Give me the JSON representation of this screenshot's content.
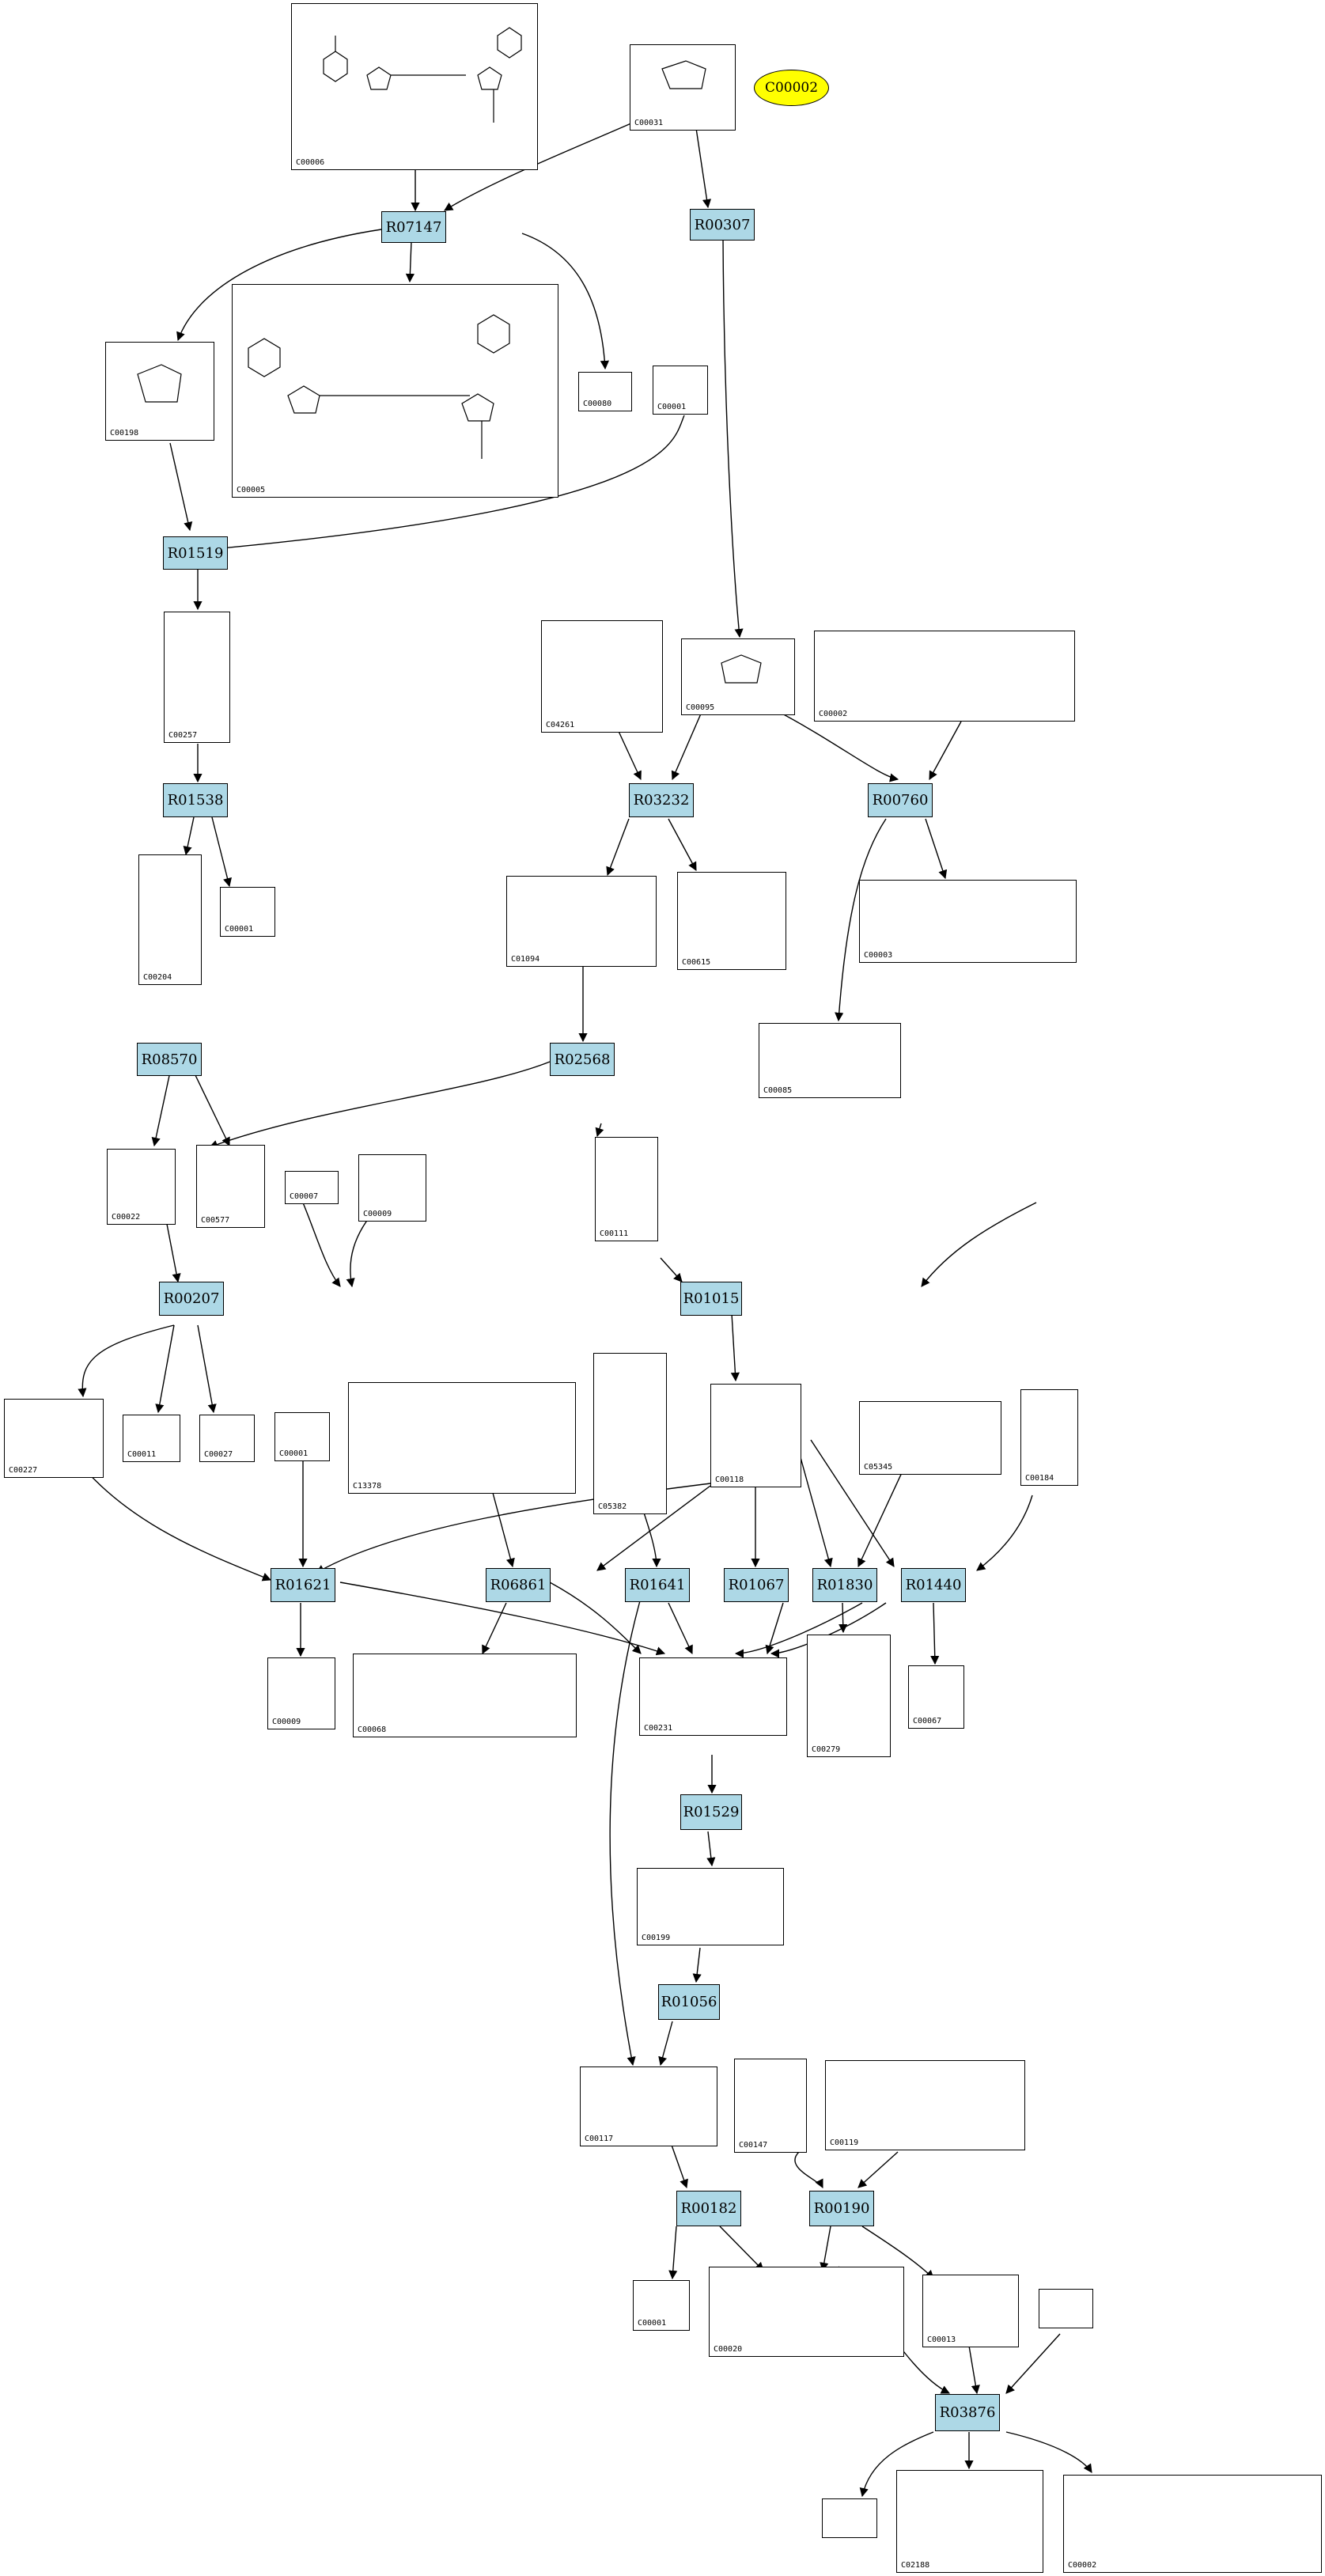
{
  "reactions": [
    "R07147",
    "R00307",
    "R01519",
    "R01538",
    "R03232",
    "R00760",
    "R08570",
    "R02568",
    "R00207",
    "R01015",
    "R01621",
    "R06861",
    "R01641",
    "R01067",
    "R01830",
    "R01440",
    "R01529",
    "R01056",
    "R00182",
    "R00190",
    "R03876"
  ],
  "compounds": [
    "C00006",
    "C00031",
    "C00198",
    "C00005",
    "C00080",
    "C00001",
    "C00257",
    "C04261",
    "C00095",
    "C00002",
    "C00204",
    "C00001",
    "C01094",
    "C00615",
    "C00003",
    "C00022",
    "C00577",
    "C00007",
    "C00009",
    "C00111",
    "C00085",
    "C00227",
    "C00011",
    "C00027",
    "C00001",
    "C13378",
    "C05382",
    "C00118",
    "C05345",
    "C00184",
    "C00009",
    "C00068",
    "C00231",
    "C00279",
    "C00067",
    "C00199",
    "C00117",
    "C00147",
    "C00119",
    "C00001",
    "C00020",
    "C00013",
    "",
    "",
    "C02188",
    "C00002"
  ],
  "highlight": {
    "label": "C00002",
    "color": "#ffff00"
  },
  "colors": {
    "reaction_fill": "#add8e6",
    "edge": "#000000"
  }
}
